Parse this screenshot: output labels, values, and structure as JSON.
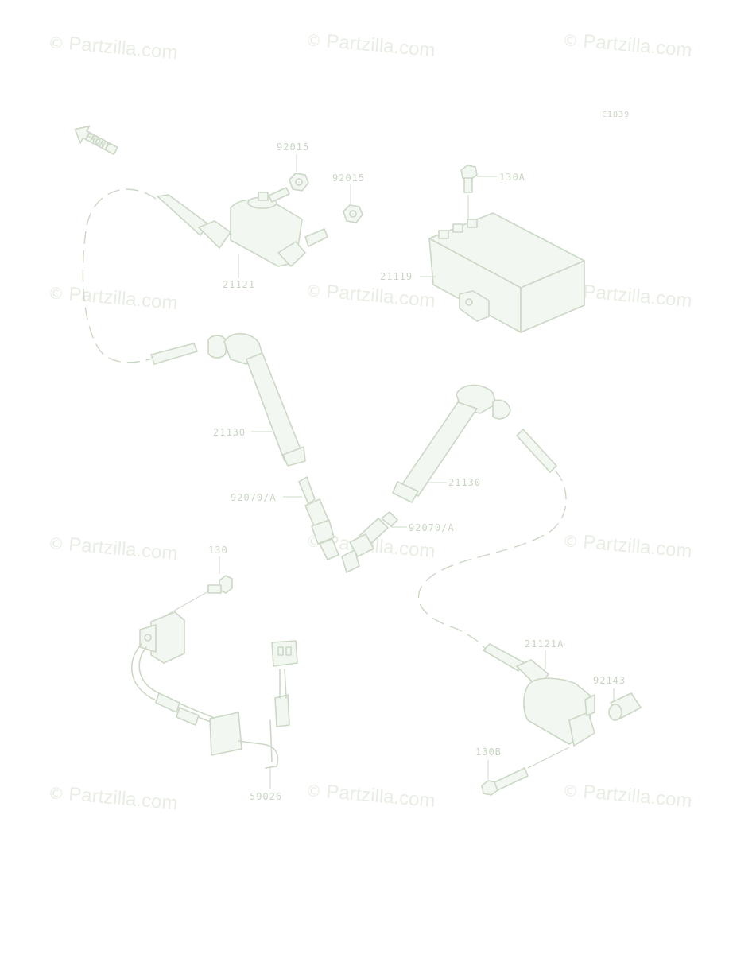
{
  "watermark": {
    "symbol": "©",
    "text": "Partzilla.com"
  },
  "diagram_code": "E1839",
  "front_label": "FRONT",
  "labels": {
    "nut_top": "92015",
    "nut_right": "92015",
    "bolt_130A": "130A",
    "coil_upper": "21121",
    "igniter": "21119",
    "cap_left": "21130",
    "cap_right": "21130",
    "plug_left": "92070/A",
    "plug_right": "92070/A",
    "bolt_130": "130",
    "coil_lower": "21121A",
    "collar": "92143",
    "bolt_130B": "130B",
    "harness": "59026"
  },
  "colors": {
    "line": "#cbd8c6",
    "text": "#c9d6c3",
    "watermark": "#e8eee4"
  }
}
